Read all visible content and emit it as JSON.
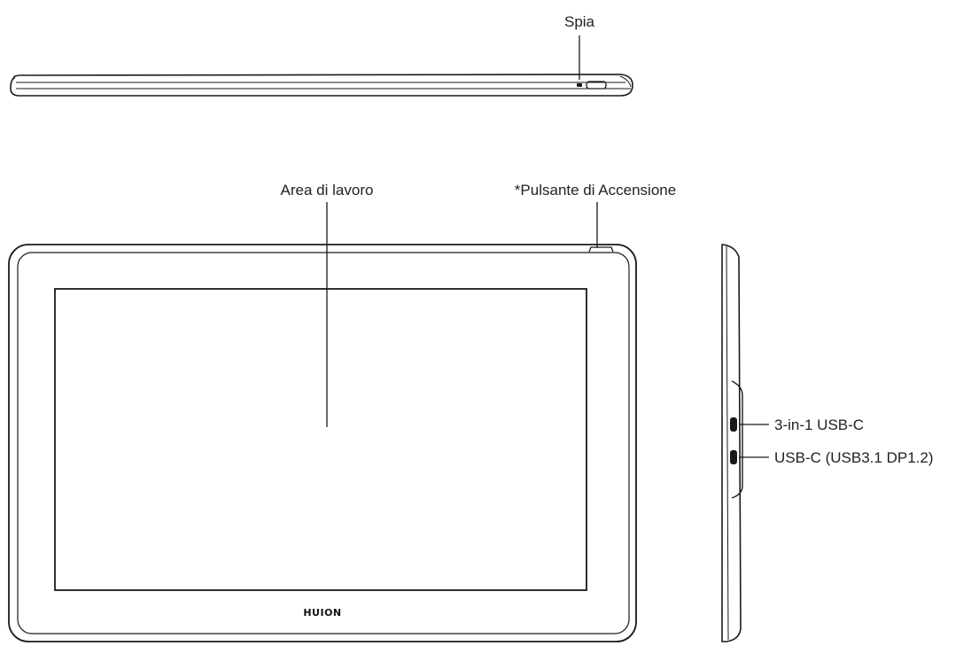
{
  "labels": {
    "indicator": "Spia",
    "work_area": "Area di lavoro",
    "power_button": "*Pulsante di Accensione",
    "port1": "3-in-1 USB-C",
    "port2": "USB-C (USB3.1 DP1.2)"
  },
  "brand_logo": "HUION"
}
